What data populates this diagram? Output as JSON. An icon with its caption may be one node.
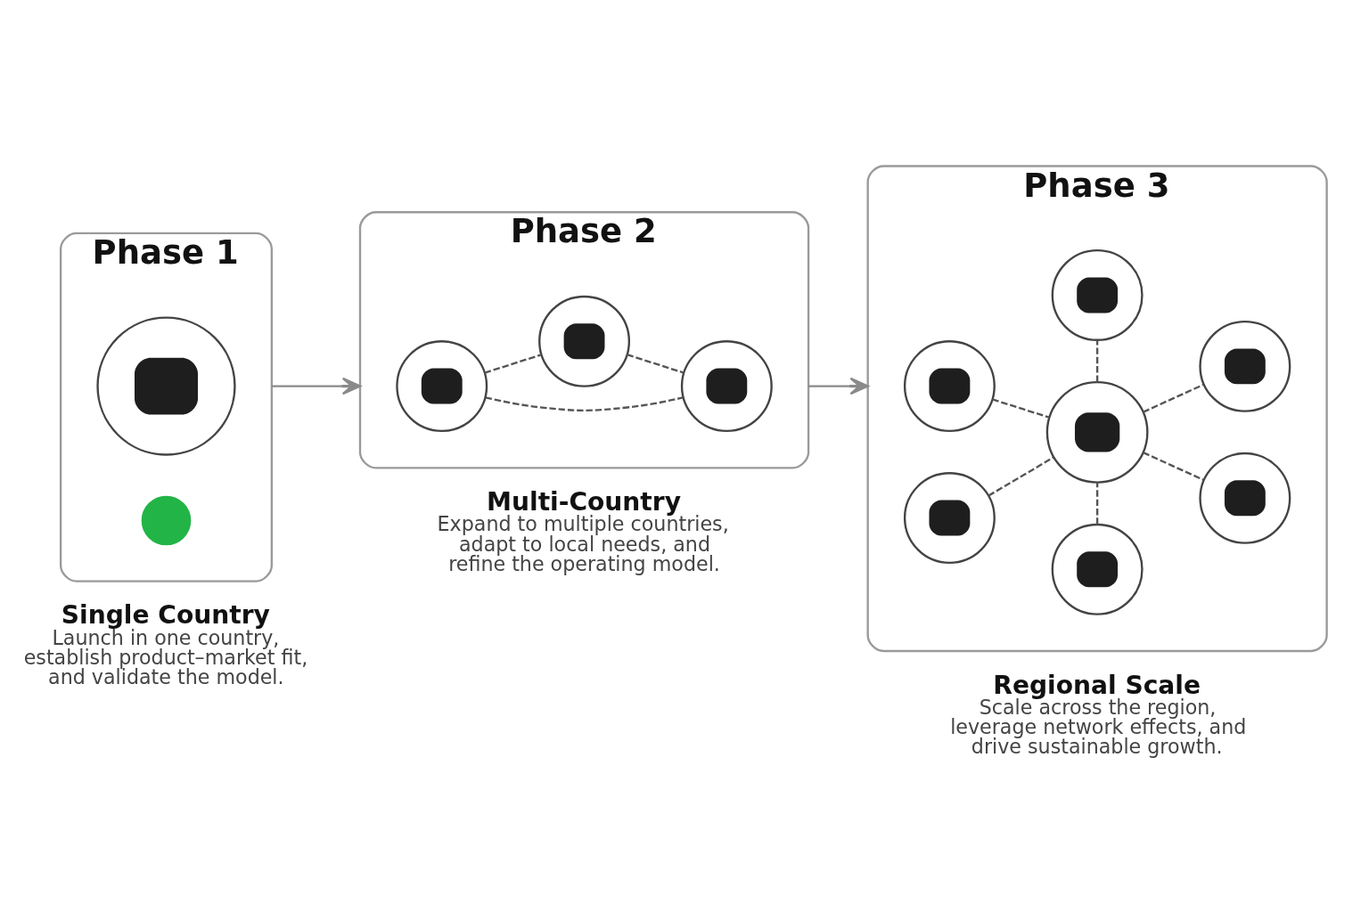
{
  "diagram": {
    "nodes": [
      {
        "text": [
          "Phase 1"
        ],
        "beside": [
          "Single Country",
          "Launch in one country, establish product–market fit, and validate the model."
        ]
      },
      {
        "text": [],
        "shape": "picture",
        "in": 0
      },
      {
        "text": [],
        "shape": "circle",
        "in": 0
      },
      {
        "text": [
          "Phase 2"
        ],
        "beside": [
          "Multi-Country",
          "Expand to multiple countries, adapt to local needs, and refine the operating model."
        ]
      },
      {
        "text": [],
        "shape": "picture",
        "in": 3
      },
      {
        "text": [],
        "shape": "picture",
        "in": 3
      },
      {
        "text": [],
        "shape": "picture",
        "in": 3
      },
      {
        "text": [
          "Phase 3"
        ],
        "beside": [
          "Regional Scale",
          "Scale across the region, leverage network effects, and drive sustainable growth."
        ]
      },
      {
        "text": [],
        "shape": "picture",
        "in": 7
      },
      {
        "text": [],
        "shape": "picture",
        "in": 7
      },
      {
        "text": [],
        "shape": "picture",
        "in": 7
      },
      {
        "text": [],
        "shape": "picture",
        "in": 7
      },
      {
        "text": [],
        "shape": "picture",
        "in": 7
      },
      {
        "text": [],
        "shape": "picture",
        "in": 7
      },
      {
        "text": [],
        "shape": "picture",
        "in": 7
      }
    ],
    "edges": [
      {
        "from": 0,
        "to": 3,
        "arrow": "to",
        "color": "#8a8a8a"
      },
      {
        "from": 3,
        "to": 7,
        "arrow": "to",
        "color": "#8a8a8a"
      },
      {
        "from": 5,
        "to": 6,
        "arrow": "none",
        "style": "dashed"
      },
      {
        "from": 5,
        "to": 4,
        "arrow": "none",
        "style": "dashed"
      },
      {
        "from": 4,
        "to": 6,
        "arrow": "none",
        "style": "dashed"
      },
      {
        "from": 11,
        "to": 8,
        "arrow": "none",
        "style": "dashed"
      },
      {
        "from": 9,
        "to": 11,
        "arrow": "none",
        "style": "dashed"
      },
      {
        "from": 11,
        "to": 10,
        "arrow": "none",
        "style": "dashed"
      },
      {
        "from": 12,
        "to": 11,
        "arrow": "none",
        "style": "dashed"
      },
      {
        "from": 11,
        "to": 13,
        "arrow": "none",
        "style": "dashed"
      },
      {
        "from": 14,
        "to": 11,
        "arrow": "none",
        "style": "dashed"
      }
    ]
  }
}
